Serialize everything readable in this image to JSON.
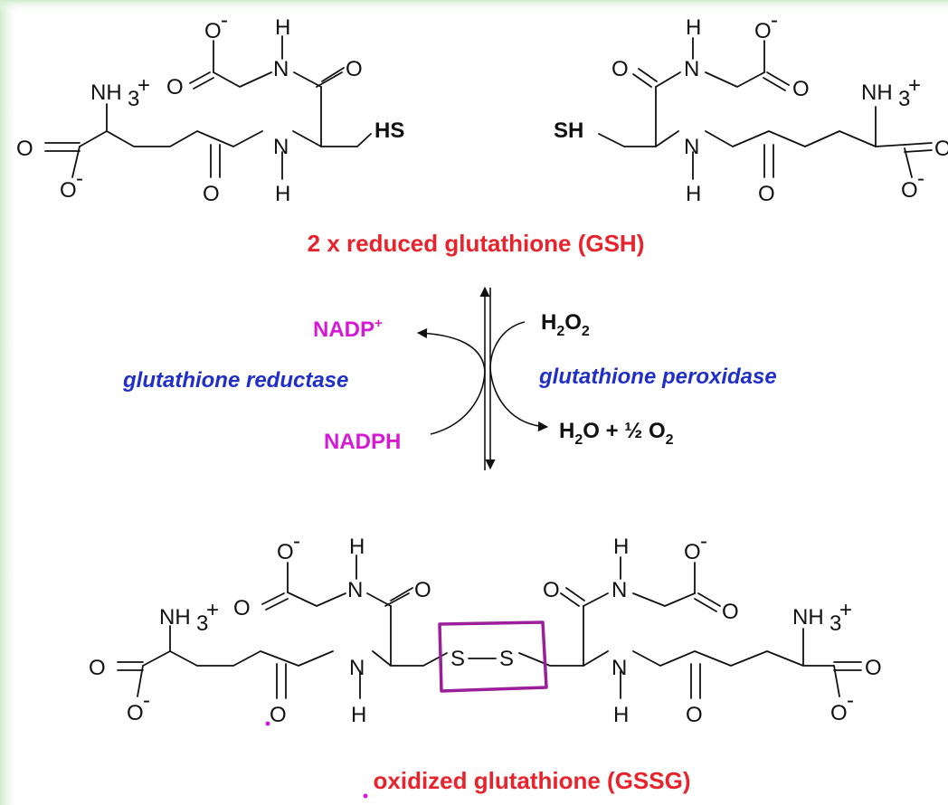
{
  "labels": {
    "gsh_caption": "2 x reduced glutathione (GSH)",
    "gssg_caption": "oxidized glutathione (GSSG)",
    "reductase": "glutathione reductase",
    "peroxidase": "glutathione peroxidase",
    "nadp": "NADP",
    "nadp_sup": "+",
    "nadph": "NADPH",
    "h2o2_h": "H",
    "h2o2_sub": "2",
    "h2o2_o": "O",
    "h2o2_sub2": "2",
    "h2o_h": "H",
    "h2o_sub": "2",
    "h2o_rest": "O + ½ O",
    "h2o_sub2": "2"
  },
  "atoms": {
    "O": "O",
    "O_minus": "O",
    "minus": "-",
    "H": "H",
    "N": "N",
    "NH3": "NH",
    "sub3": "3",
    "plus": "+",
    "HS": "HS",
    "SH": "SH",
    "S": "S"
  },
  "colors": {
    "caption_red": "#e8232b",
    "enzyme_blue": "#1f2fc8",
    "cofactor_magenta": "#d51ad6",
    "highlight_box": "#9b1f9a",
    "background_edge": "#cfeccc"
  }
}
